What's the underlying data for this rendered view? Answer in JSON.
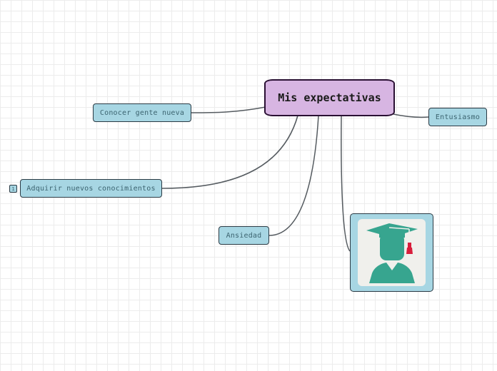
{
  "central": {
    "title": "Mis expectativas"
  },
  "branches": [
    {
      "label": "Conocer gente nueva"
    },
    {
      "label": "Adquirir nuevos conocimientos",
      "badge": "1"
    },
    {
      "label": "Ansiedad"
    },
    {
      "label": "Entusiasmo"
    }
  ],
  "image_node": {
    "icon": "graduate-icon"
  },
  "colors": {
    "central_fill": "#d7b5e2",
    "topic_fill": "#a7d6e3",
    "graduate": "#37a58f",
    "tassel": "#d81e3c"
  }
}
